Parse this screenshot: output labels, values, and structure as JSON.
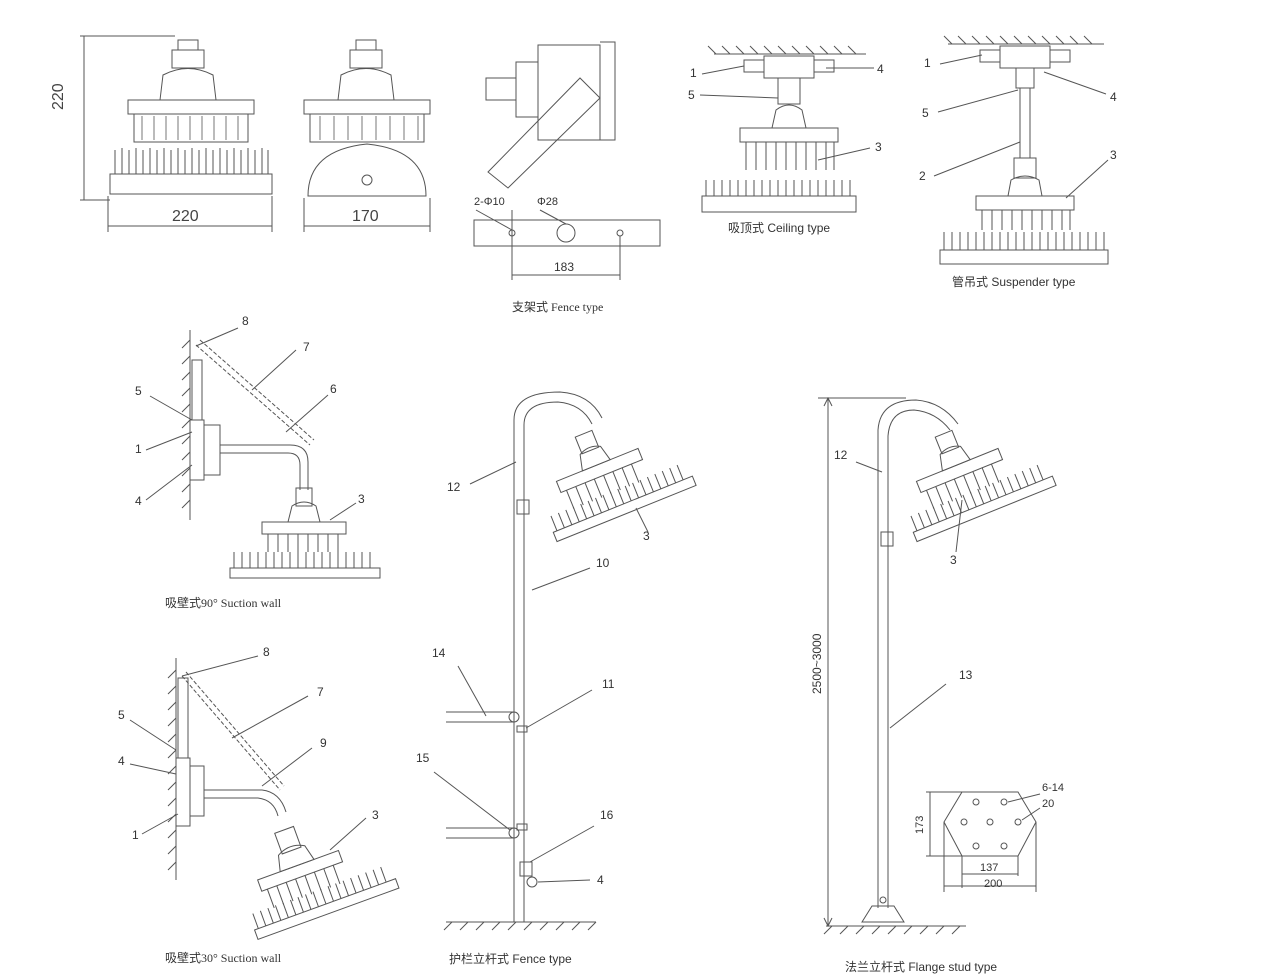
{
  "top_color": "#e60012",
  "dimensions": {
    "height": "220",
    "width_front": "220",
    "width_side": "170",
    "hole_label": "2-Φ10",
    "hole_big": "Φ28",
    "spacing": "183",
    "pole_height": "2500~3000",
    "flange_side": "173",
    "flange_hole": "6-14",
    "flange_20": "20",
    "flange_137": "137",
    "flange_200": "200"
  },
  "captions": {
    "fence_bracket": "支架式 Fence type",
    "ceiling": "吸顶式 Ceiling type",
    "suspender": "管吊式 Suspender type",
    "wall90": "吸壁式90°    Suction wall",
    "wall30": "吸壁式30°    Suction wall",
    "fence_pole": "护栏立杆式  Fence type",
    "flange": "法兰立杆式  Flange stud type"
  },
  "labels": {
    "n1": "1",
    "n2": "2",
    "n3": "3",
    "n4": "4",
    "n5": "5",
    "n6": "6",
    "n7": "7",
    "n8": "8",
    "n9": "9",
    "n10": "10",
    "n11": "11",
    "n12": "12",
    "n13": "13",
    "n14": "14",
    "n15": "15",
    "n16": "16"
  }
}
